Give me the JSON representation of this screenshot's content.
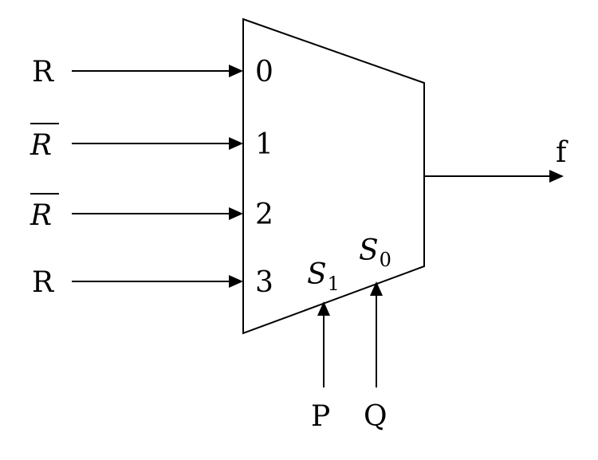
{
  "mux": {
    "inputs": [
      {
        "signal": "R",
        "complemented": false,
        "index": "0"
      },
      {
        "signal": "R",
        "complemented": true,
        "index": "1"
      },
      {
        "signal": "R",
        "complemented": true,
        "index": "2"
      },
      {
        "signal": "R",
        "complemented": false,
        "index": "3"
      }
    ],
    "select_lines": [
      {
        "name": "S",
        "subscript": "1",
        "driver": "P"
      },
      {
        "name": "S",
        "subscript": "0",
        "driver": "Q"
      }
    ],
    "output": "f"
  }
}
